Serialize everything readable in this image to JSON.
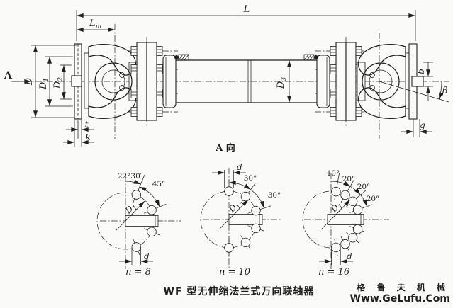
{
  "page": {
    "background": "#fafaf8",
    "line_color": "#1f1f1f"
  },
  "main_view": {
    "view_label": "A",
    "dims": {
      "L": "L",
      "Lm_main": "L",
      "Lm_sub": "m",
      "D": "D",
      "D1_main": "D",
      "D1_sub": "1",
      "D2_main": "D",
      "D2_sub": "2",
      "D3_main": "D",
      "D3_sub": "3",
      "b": "b",
      "beta": "β",
      "t": "t",
      "k": "k",
      "g": "g"
    }
  },
  "section": {
    "title": "A 向",
    "diagrams": [
      {
        "angles": [
          "22°30′",
          "45°"
        ],
        "d1_main": "D",
        "d1_sub": "1",
        "hole_dia": "d",
        "count": "n = 8"
      },
      {
        "angles": [
          "30°",
          "30°"
        ],
        "d1_main": "D",
        "d1_sub": "1",
        "hole_dia": "d",
        "count": "n = 10"
      },
      {
        "angles": [
          "10°",
          "20°",
          "20°",
          "20°"
        ],
        "d1_main": "D",
        "d1_sub": "1",
        "hole_dia": "d",
        "count": "n = 16"
      }
    ]
  },
  "caption": "WF 型无伸缩法兰式万向联轴器",
  "watermark": {
    "line1": "格 鲁 夫 机 械",
    "line2": "Www.GeLufu.Com",
    "color": "#ee9e9e"
  }
}
